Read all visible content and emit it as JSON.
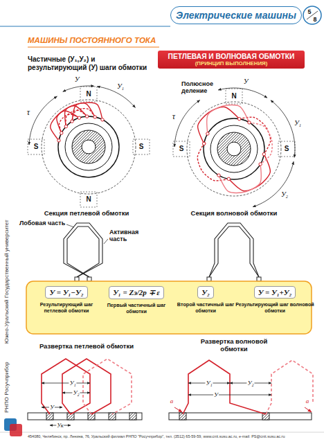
{
  "diagram": {
    "title": "МАШИНЫ ПОСТОЯННОГО ТОКА",
    "nodes": [
      {
        "text": [
          "Электрические машины"
        ]
      },
      {
        "text": [
          "ПЕТЛЕВАЯ И ВОЛНОВАЯ ОБМОТКИ",
          "(ПРИНЦИП ВЫПОЛНЕНИЯ)"
        ]
      },
      {
        "text": [
          "У = У₁−У₂",
          "Результирующий шаг петлевой обмотки"
        ]
      },
      {
        "text": [
          "У₁ = Zэ/2p ∓ ε",
          "Первый частичный шаг обмотки"
        ]
      },
      {
        "text": [
          "У₂",
          "Второй частичный шаг обмотки"
        ]
      },
      {
        "text": [
          "У = У₁+У₂",
          "Результирующий шаг волновой обмотки"
        ]
      }
    ],
    "labels": [
      "Частичные (У₁,У₂) и результирующий (У) шаги обмотки",
      "Полюсное деление",
      "τ",
      "N",
      "S",
      "S",
      "N",
      "У",
      "У₁",
      "τ",
      "N",
      "S",
      "S",
      "У",
      "У₁",
      "У₂",
      "Секция петлевой обмотки",
      "Лобовая часть",
      "Активная часть",
      "Секция волновой обмотки",
      "Развертка петлевой обмотки",
      "Развертка волновой обмотки",
      "У₁",
      "У₂",
      "У",
      "Ук",
      "У₁",
      "У₂",
      "У",
      "a",
      "a",
      "5",
      "8",
      "РНПО Росучприбор",
      "Южно-Уральский Государственный университет",
      "454080, Челябинск, пр. Ленина, 76, Уральский филиал РНПО \"Росучприбор\", тел. (3512) 65-59-59, www.cnit.susu.ac.ru, e-mail: PS@cnit.susu.ac.ru"
    ]
  }
}
